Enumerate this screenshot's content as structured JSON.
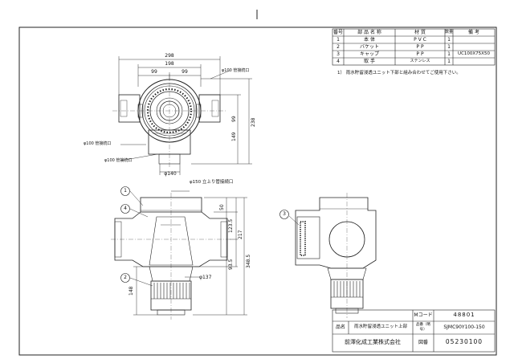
{
  "parts_table": {
    "headers": [
      "番号",
      "部 品 名 称",
      "材 質",
      "数量",
      "備 考"
    ],
    "rows": [
      {
        "no": "1",
        "name": "本 体",
        "material": "P V C",
        "qty": "1",
        "note": ""
      },
      {
        "no": "2",
        "name": "バケット",
        "material": "P P",
        "qty": "1",
        "note": ""
      },
      {
        "no": "3",
        "name": "キャップ",
        "material": "P P",
        "qty": "1",
        "note": "UC100X75X50"
      },
      {
        "no": "4",
        "name": "取 手",
        "material": "ステンレス",
        "qty": "1",
        "note": ""
      }
    ]
  },
  "note": "1） 雨水貯留浸透ユニット下部と組み合わせてご使用下さい。",
  "dimensions": {
    "top_overall": "298",
    "top_inner": "198",
    "top_left_half": "99",
    "top_right_half": "99",
    "phi_top_right": "φ100 管接続口",
    "phi_left_1": "φ100 管接続口",
    "phi_left_2": "φ100 管接続口",
    "phi_bottom": "φ140",
    "right_99": "99",
    "right_149": "149",
    "right_238": "238",
    "front_phi_top": "φ150 立上り管接続口",
    "front_50": "50",
    "front_123_5": "123.5",
    "front_217": "217",
    "front_93_5": "93.5",
    "front_348_5": "348.5",
    "front_148": "148",
    "front_phi_137": "φ137"
  },
  "callouts": {
    "c1": "1",
    "c2": "2",
    "c3": "3",
    "c4": "4"
  },
  "title_block": {
    "mcode_label": "Mコード",
    "mcode_value": "48801",
    "name_label": "品名",
    "name_value": "雨水貯留浸透ユニット上部",
    "model_label": "品番（略号）",
    "model_value": "SJMC90Y100-150",
    "drawing_label": "図番",
    "drawing_value": "05230100",
    "company": "前澤化成工業株式会社"
  }
}
